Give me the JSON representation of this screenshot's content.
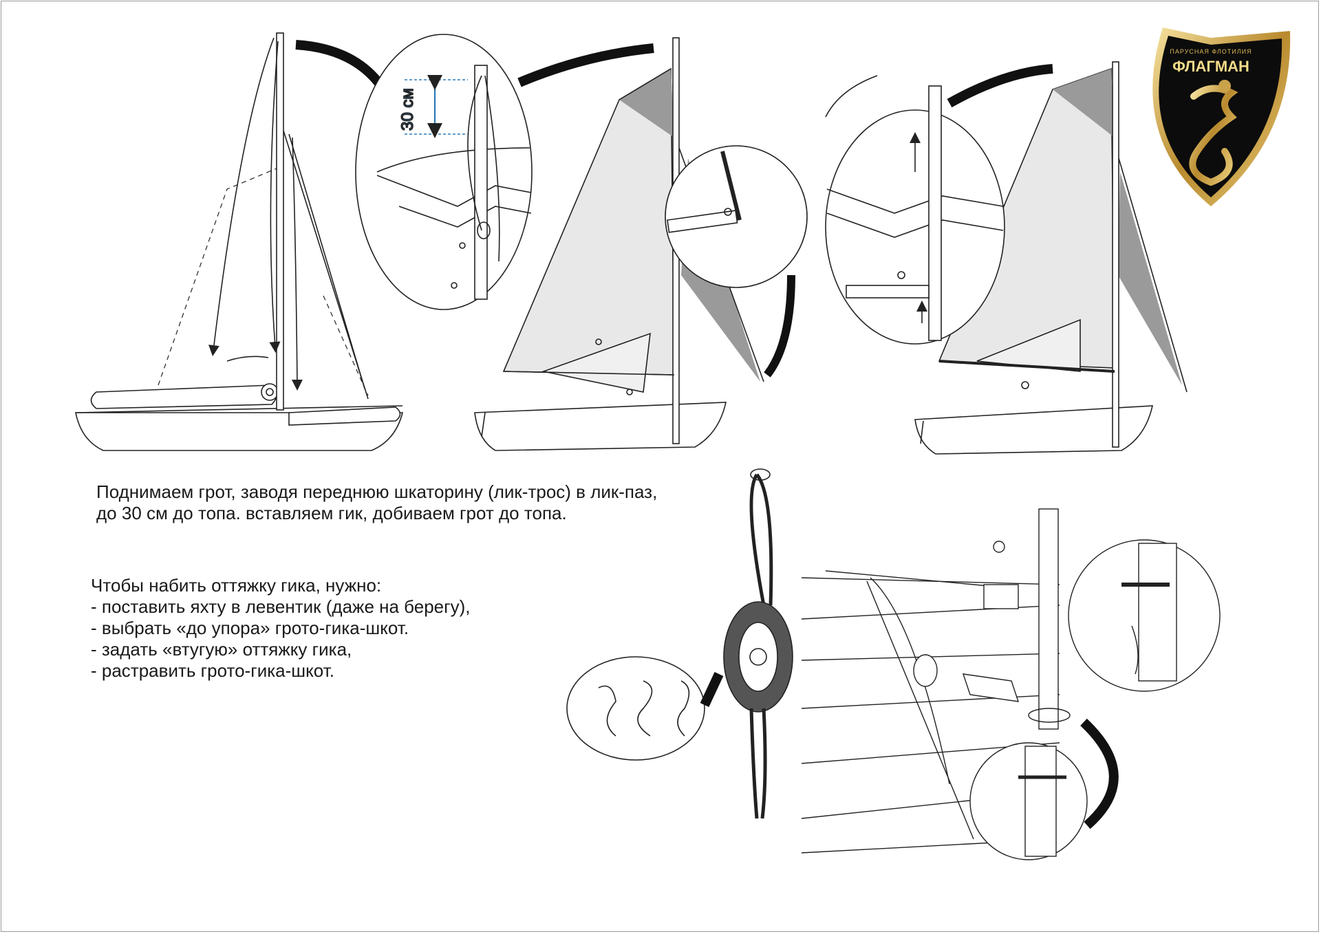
{
  "captions": {
    "raise_mainsail": [
      "Поднимаем грот, заводя переднюю шкаторину (лик-трос) в лик-паз,",
      "до 30 см до топа. вставляем гик, добиваем грот до топа."
    ],
    "boom_vang": [
      "Чтобы набить оттяжку гика, нужно:",
      "- поставить яхту в левентик (даже на берегу),",
      "- выбрать «до упора» грото-гика-шкот.",
      "- задать «втугую» оттяжку гика,",
      "- растравить грото-гика-шкот."
    ]
  },
  "detail": {
    "dimension_label": "30 см"
  },
  "badge": {
    "top_line": "ПАРУСНАЯ ФЛОТИЛИЯ",
    "name": "ФЛАГМАН"
  },
  "colors": {
    "dimension": "#2a7ab8",
    "badge_gold": "#c9a24a",
    "badge_dark": "#0c0c0c",
    "sail_dark": "#9a9a9a",
    "sail_light": "#e2e2e2",
    "line": "#222222"
  }
}
